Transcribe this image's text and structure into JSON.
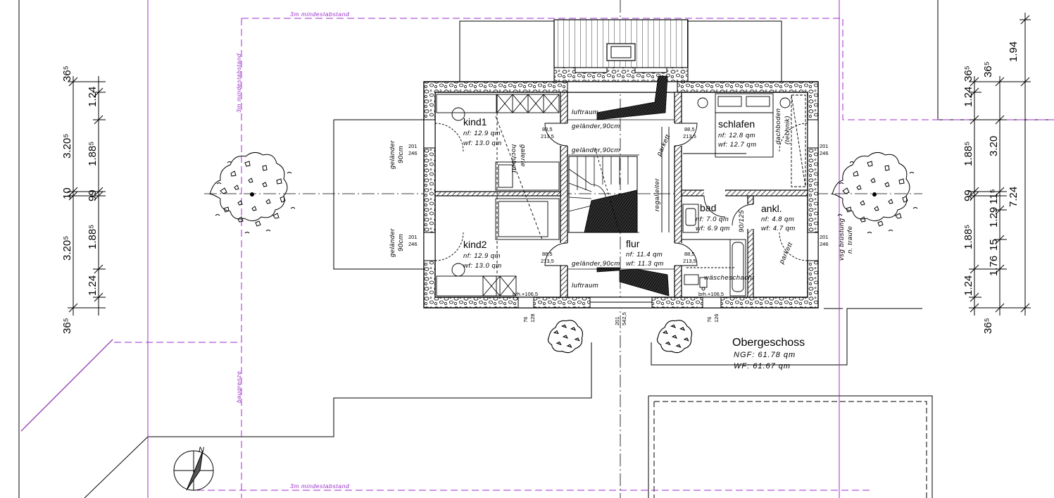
{
  "drawing": {
    "floor_title": "Obergeschoss",
    "ngf": "NGF: 61.78 qm",
    "wf": "WF: 61.67 qm",
    "north_label": "N",
    "setback_top": "3m mindestabstand",
    "setback_left": "3m mindestabstand",
    "setback_bottom": "3m mindestabstand",
    "baugrenze": "baugrenze",
    "right_note_1": "vsg brüstung",
    "right_note_2": "n. traufe"
  },
  "rooms": [
    {
      "id": "kind1",
      "name": "kind1",
      "nf": "nf: 12.9 qm",
      "wf": "wf: 13.0 qm"
    },
    {
      "id": "kind2",
      "name": "kind2",
      "nf": "nf: 12.9 qm",
      "wf": "wf: 13.0 qm"
    },
    {
      "id": "schlafen",
      "name": "schlafen",
      "nf": "nf: 12.8 qm",
      "wf": "wf: 12.7 qm"
    },
    {
      "id": "bad",
      "name": "bad",
      "nf": "nf: 7.0 qm",
      "wf": "wf: 6.9 qm"
    },
    {
      "id": "ankl",
      "name": "ankl.",
      "nf": "nf: 4.8 qm",
      "wf": "wf: 4.7 qm"
    },
    {
      "id": "flur",
      "name": "flur",
      "nf": "nf: 11.4 qm",
      "wf": "wf: 11.3 qm"
    }
  ],
  "notes": {
    "luftraum": "luftraum",
    "gelaender": "geländer,90cm",
    "gelaender_side": "geländer",
    "gelaender_90": "90cm",
    "parkett": "parkett",
    "regal": "regalleiter",
    "waesche": "wäscheschacht",
    "brh": "brh.+106,5",
    "dachboden": "dachboden",
    "technik": "(technik)",
    "hochbett": "hochbett",
    "galerie": "galerie",
    "door_size": "90/125"
  },
  "small_dims": {
    "d1": "88,5",
    "d2": "213,5",
    "d3": "201",
    "d4": "246",
    "d5": "76",
    "d6": "126",
    "d7": "128",
    "d8": "542,5",
    "d9": "201",
    "d10": "88,5",
    "d11": "213,5"
  },
  "dims_left": {
    "outer": [
      "36⁵",
      "3.20⁵",
      "10",
      "3.20⁵",
      "36⁵"
    ],
    "inner": [
      "1.24",
      "1.88⁵",
      "99",
      "1.88⁵",
      "1.24"
    ]
  },
  "dims_right": {
    "col1": [
      "36⁵",
      "1.24",
      "1.88⁵",
      "99",
      "1.88⁵",
      "1.24",
      "36⁵"
    ],
    "col2": [
      "3.20",
      "11⁵",
      "1.29",
      "15",
      "1.76"
    ],
    "col3": [
      "1.94",
      "7.24"
    ]
  }
}
